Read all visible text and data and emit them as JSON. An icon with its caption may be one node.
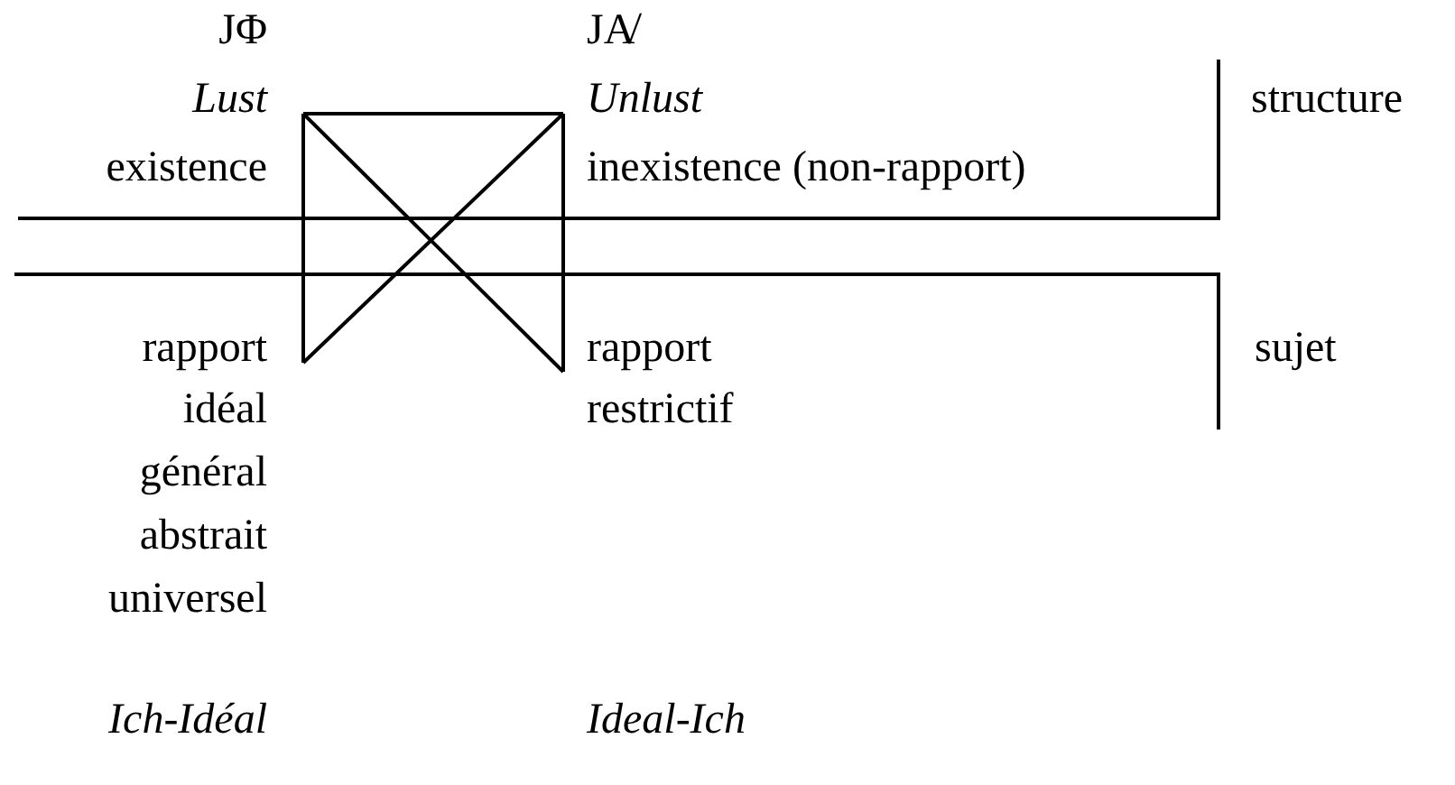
{
  "diagram": {
    "labels": [
      "JΦ",
      "JA̸",
      "Lust",
      "Unlust",
      "structure",
      "existence",
      "inexistence (non-rapport)",
      "rapport",
      "rapport",
      "sujet",
      "idéal",
      "restrictif",
      "général",
      "abstrait",
      "universel",
      "Ich-Idéal",
      "Ideal-Ich"
    ]
  }
}
